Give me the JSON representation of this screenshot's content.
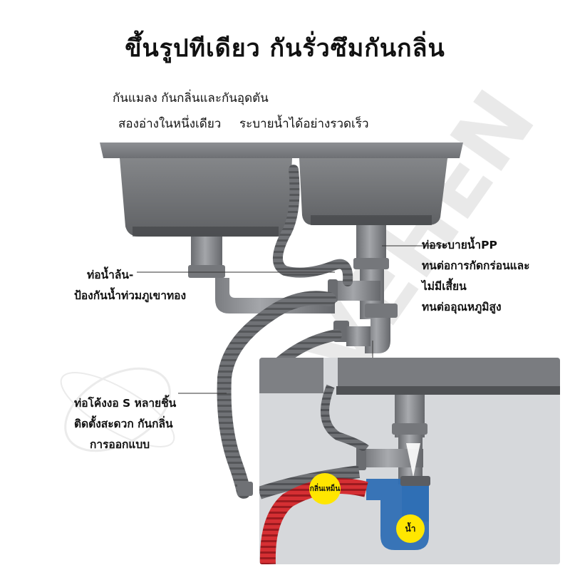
{
  "title": "ขึ้นรูปทีเดียว  กันรั่วซึมกันกลิ่น",
  "features": {
    "line1": "กันแมลง  กันกลิ่นและกันอุดตัน",
    "line2_a": "สองอ่างในหนึ่งเดียว",
    "line2_b": "ระบายน้ำได้อย่างรวดเร็ว"
  },
  "callouts": {
    "pp_pipe": [
      "ท่อระบายน้ำPP",
      "ทนต่อการกัดกร่อนและ",
      "ไม่มีเสี้ยน",
      "ทนต่ออุณหภูมิสูง"
    ],
    "overflow": [
      "ท่อน้ำล้น-",
      "ป้องกันน้ำท่วมภูเขาทอง"
    ],
    "s_bend": [
      "ท่อโค้งงอ S หลายชิ้น",
      "ติดตั้งสะดวก  กันกลิ่น",
      "การออกแบบ"
    ]
  },
  "inset": {
    "smell_label": "กลิ่นเหม็น",
    "water_label": "น้ำ"
  },
  "colors": {
    "sink": "#7d7f83",
    "pipe": "#8a8c90",
    "highlight_bubble": "#ffe600",
    "red_hose": "#c8262b",
    "blue_pipe": "#2f6fb5"
  }
}
